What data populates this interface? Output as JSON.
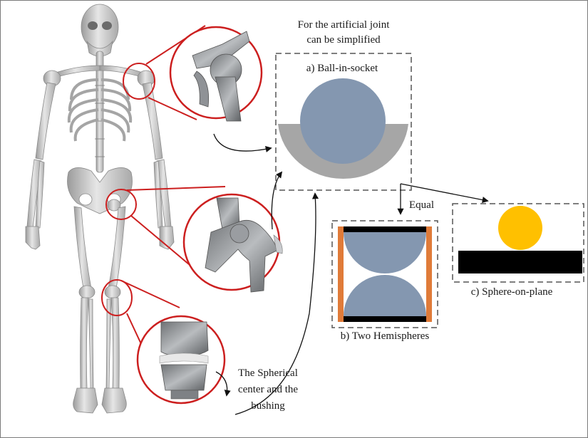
{
  "header": {
    "line1": "For the artificial joint",
    "line2": "can be simplified"
  },
  "panels": {
    "a": {
      "label": "a) Ball-in-socket"
    },
    "b": {
      "label": "b) Two Hemispheres"
    },
    "c": {
      "label": "c) Sphere-on-plane"
    }
  },
  "equal_label": "Equal",
  "note": {
    "line1": "The Spherical",
    "line2": "center and the",
    "line3": "bushing"
  },
  "colors": {
    "ball": "#8497b0",
    "socket": "#a6a6a6",
    "sphere": "#ffc000",
    "plane": "#000000",
    "side_plates": "#e07b39",
    "callout": "#cc1f1f"
  },
  "icons": {
    "skeleton": "human-skeleton-figure",
    "shoulder": "shoulder-joint-render",
    "hip": "hip-joint-render",
    "knee": "knee-joint-render"
  }
}
